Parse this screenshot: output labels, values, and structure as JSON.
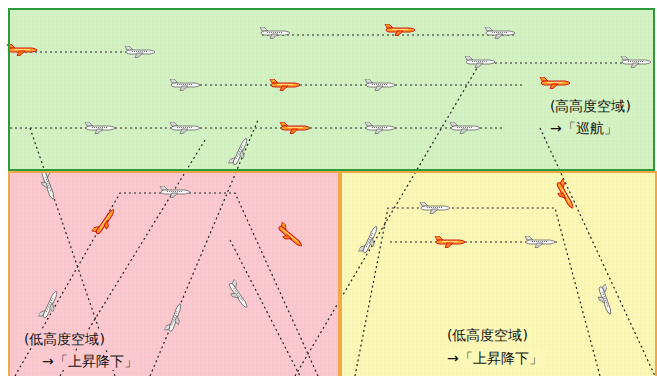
{
  "diagram": {
    "nodes": [
      {
        "text": [
          "(高高度空域)",
          "→「巡航」"
        ]
      },
      {
        "text": [
          "(低高度空域)",
          "→「上昇降下」"
        ]
      },
      {
        "text": [
          "(低高度空域)",
          "→「上昇降下」"
        ]
      }
    ]
  }
}
